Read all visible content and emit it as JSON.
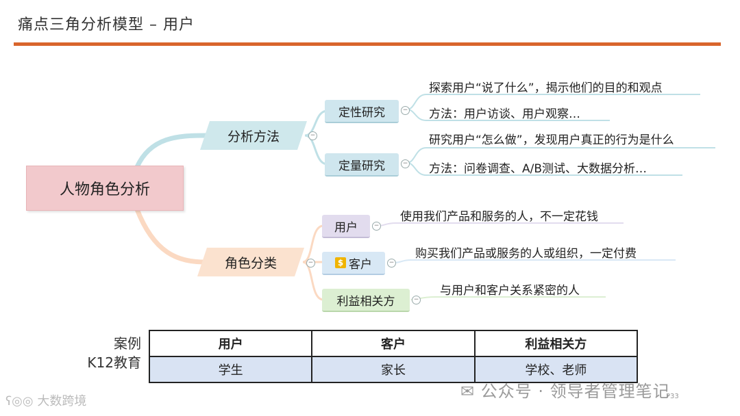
{
  "header": {
    "title": "痛点三角分析模型 – 用户"
  },
  "mindmap": {
    "root": "人物角色分析",
    "branches": [
      {
        "label": "分析方法",
        "children": [
          {
            "label": "定性研究",
            "leaves": [
              "探索用户“说了什么”，揭示他们的目的和观点",
              "方法：用户访谈、用户观察…"
            ]
          },
          {
            "label": "定量研究",
            "leaves": [
              "研究用户“怎么做”，发现用户真正的行为是什么",
              "方法：问卷调查、A/B测试、大数据分析…"
            ]
          }
        ]
      },
      {
        "label": "角色分类",
        "children": [
          {
            "label": "用户",
            "leaves": [
              "使用我们产品和服务的人，不一定花钱"
            ]
          },
          {
            "label": "客户",
            "icon": "dollar-icon",
            "leaves": [
              "购买我们产品或服务的人或组织，一定付费"
            ]
          },
          {
            "label": "利益相关方",
            "leaves": [
              "与用户和客户关系紧密的人"
            ]
          }
        ]
      }
    ]
  },
  "case": {
    "label_line1": "案例",
    "label_line2": "K12教育",
    "headers": [
      "用户",
      "客户",
      "利益相关方"
    ],
    "row": [
      "学生",
      "家长",
      "学校、老师"
    ]
  },
  "watermarks": {
    "left": "大数跨境",
    "right": "公众号 · 领导者管理笔记",
    "page": "P33"
  },
  "colors": {
    "accent_rule": "#d9652c",
    "root_fill": "#f2c9cc",
    "method_fill": "#cfe8ec",
    "role_fill": "#fbe2cf"
  }
}
